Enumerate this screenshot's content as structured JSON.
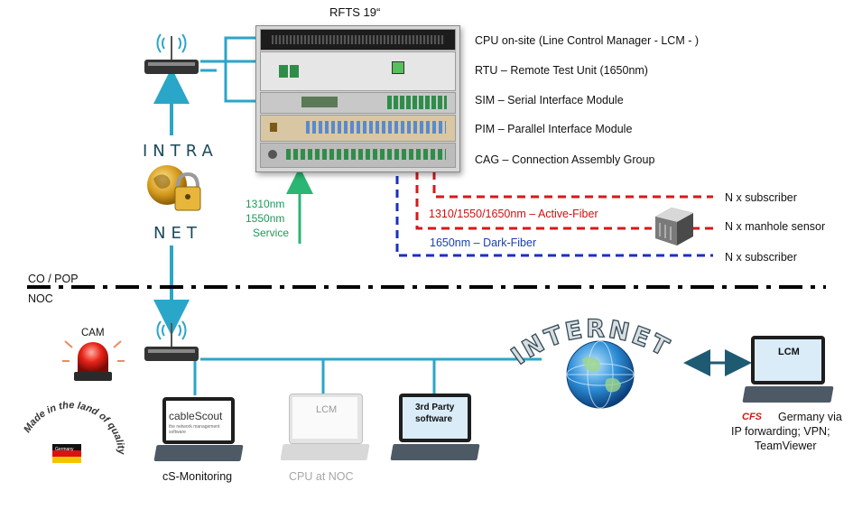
{
  "title": "RFTS 19“",
  "modules": [
    "CPU on-site (Line Control Manager - LCM - )",
    "RTU – Remote Test Unit  (1650nm)",
    "SIM  – Serial Interface Module",
    "PIM – Parallel Interface Module",
    "CAG – Connection Assembly Group"
  ],
  "intra": "INTRA",
  "net": "NET",
  "service": [
    "1310nm",
    "1550nm",
    "Service"
  ],
  "active_fiber": "1310/1550/1650nm – Active-Fiber",
  "dark_fiber": "1650nm – Dark-Fiber",
  "subscriber_top": "N x subscriber",
  "manhole": "N x manhole sensor",
  "subscriber_bottom": "N x subscriber",
  "co_pop": "CO / POP",
  "noc": "NOC",
  "cam": "CAM",
  "monitoring_screen": "cableScout",
  "monitoring_screen_sub": "the network management software",
  "monitoring_label": "cS-Monitoring",
  "lcm_screen": "LCM",
  "lcm_label": "CPU at NOC",
  "third_party_screen_1": "3rd Party",
  "third_party_screen_2": "software",
  "internet": "INTERNET",
  "remote_lcm": "LCM",
  "cfs_logo": "CFS",
  "remote_text": [
    "Germany via",
    "IP forwarding; VPN;",
    "TeamViewer"
  ],
  "badge_text": "Made in the land of quality",
  "badge_flag": "Germany",
  "colors": {
    "link": "#2aa6c8",
    "green": "#1a9a5a",
    "active": "#cc1111",
    "dark": "#1a3fb0"
  }
}
